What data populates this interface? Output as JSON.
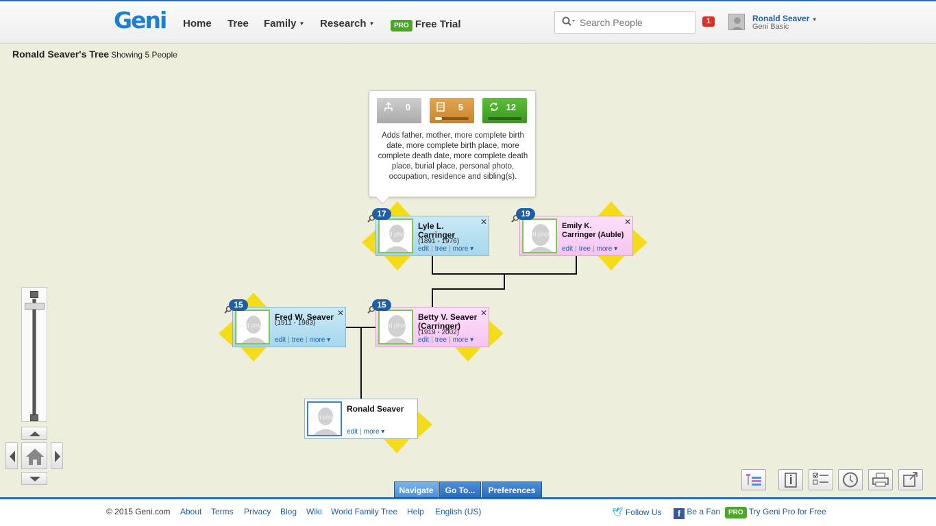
{
  "header": {
    "logo": "Geni",
    "nav": [
      {
        "label": "Home"
      },
      {
        "label": "Tree"
      },
      {
        "label": "Family"
      },
      {
        "label": "Research"
      }
    ],
    "pro_badge": "PRO",
    "free_trial": "Free Trial",
    "search_placeholder": "Search People",
    "notification_count": "1",
    "user_name": "Ronald Seaver",
    "user_plan": "Geni Basic"
  },
  "tree": {
    "title": "Ronald Seaver's Tree",
    "subtitle": "Showing 5 People"
  },
  "tooltip": {
    "stats": [
      {
        "value": "0",
        "icon": "tree-branch-icon",
        "color": "#b8b8b8"
      },
      {
        "value": "5",
        "icon": "document-icon",
        "color": "#d9973e"
      },
      {
        "value": "12",
        "icon": "refresh-icon",
        "color": "#4aa825"
      }
    ],
    "text": "Adds father, mother, more complete birth date, more complete birth place, more complete death date, more complete death place, burial place, personal photo, occupation, residence and sibling(s)."
  },
  "people": {
    "lyle": {
      "badge": "17",
      "name": "Lyle L. Carringer",
      "dates": "(1891 - 1976)"
    },
    "emily": {
      "badge": "19",
      "name": "Emily K. Carringer (Auble)",
      "dates": ""
    },
    "fred": {
      "badge": "15",
      "name": "Fred W. Seaver",
      "dates": "(1911 - 1983)"
    },
    "betty": {
      "badge": "15",
      "name": "Betty V. Seaver (Carringer)",
      "dates": "(1919 - 2002)"
    },
    "ronald": {
      "name": "Ronald Seaver"
    }
  },
  "card_labels": {
    "photo": "add photo",
    "edit": "edit",
    "tree": "tree",
    "more": "more ▾",
    "close": "✕"
  },
  "bottom_tabs": {
    "navigate": "Navigate",
    "goto": "Go To...",
    "preferences": "Preferences"
  },
  "footer": {
    "copyright": "© 2015 Geni.com",
    "links": [
      "About",
      "Terms",
      "Privacy",
      "Blog",
      "Wiki",
      "World Family Tree",
      "Help",
      "English (US)"
    ],
    "follow": "Follow Us",
    "fan": "Be a Fan",
    "pro": "PRO",
    "try_pro": "Try Geni Pro for Free"
  },
  "colors": {
    "brand_blue": "#1c7fd1",
    "link_blue": "#1c5fa8",
    "arrow_yellow": "#f4dc18",
    "male_card": "#b7def1",
    "female_card": "#f9d2f6",
    "background": "#eeeedc"
  }
}
